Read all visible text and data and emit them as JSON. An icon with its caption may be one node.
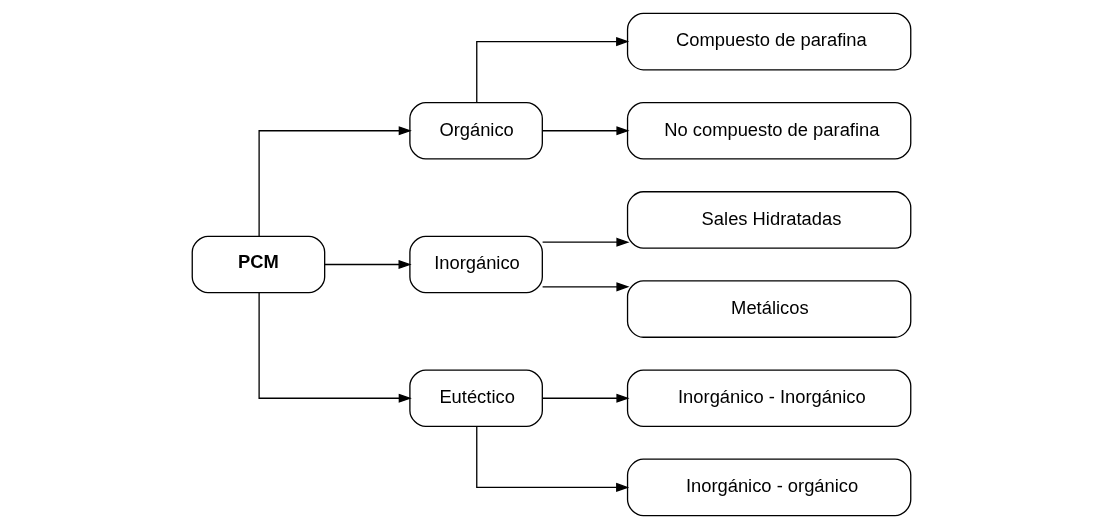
{
  "diagram": {
    "nodes": [
      {
        "text": [
          "PCM"
        ]
      },
      {
        "text": [
          "Orgánico"
        ]
      },
      {
        "text": [
          "Inorgánico"
        ]
      },
      {
        "text": [
          "Eutéctico"
        ]
      },
      {
        "text": [
          "Compuesto de parafina"
        ]
      },
      {
        "text": [
          "No compuesto de parafina"
        ]
      },
      {
        "text": [
          "Sales Hidratadas"
        ]
      },
      {
        "text": [
          "Metálicos"
        ]
      },
      {
        "text": [
          "Inorgánico - Inorgánico"
        ]
      },
      {
        "text": [
          "Inorgánico - orgánico"
        ]
      }
    ],
    "edges": [
      {
        "from": 0,
        "to": 1,
        "arrow": "to"
      },
      {
        "from": 0,
        "to": 2,
        "arrow": "to"
      },
      {
        "from": 0,
        "to": 3,
        "arrow": "to"
      },
      {
        "from": 1,
        "to": 4,
        "arrow": "to"
      },
      {
        "from": 1,
        "to": 5,
        "arrow": "to"
      },
      {
        "from": 2,
        "to": 6,
        "arrow": "to"
      },
      {
        "from": 2,
        "to": 7,
        "arrow": "to"
      },
      {
        "from": 3,
        "to": 8,
        "arrow": "to"
      },
      {
        "from": 3,
        "to": 9,
        "arrow": "to"
      }
    ]
  }
}
